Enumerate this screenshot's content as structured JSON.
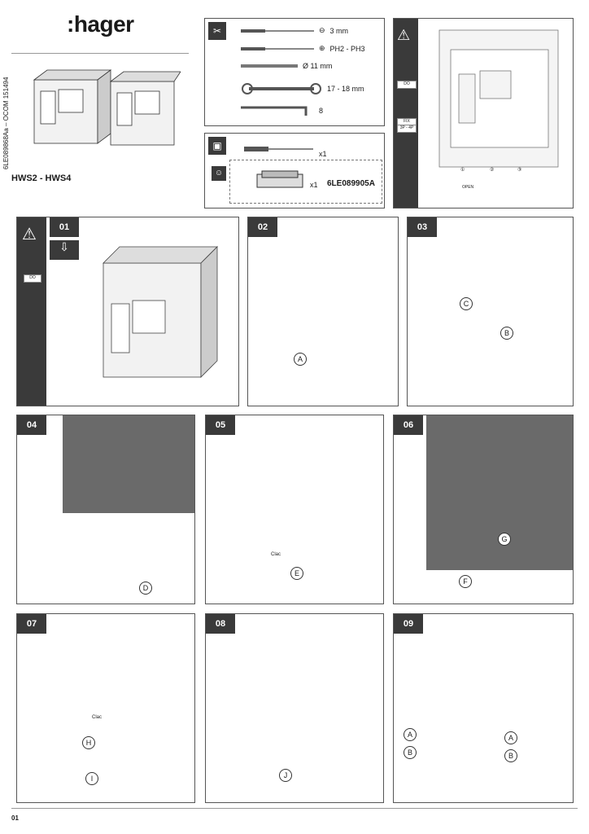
{
  "brand": {
    "name": ":hager"
  },
  "document": {
    "code": "6LE089868Aa – OCOM 151494",
    "model": "HWS2 - HWS4",
    "page": "01"
  },
  "tools": [
    {
      "label": "3 mm"
    },
    {
      "label": "PH2 - PH3"
    },
    {
      "label": "Ø 11 mm"
    },
    {
      "label": "17 - 18 mm"
    },
    {
      "label": "8"
    }
  ],
  "kit": {
    "screwdriver_qty": "x1",
    "part_qty": "x1",
    "part_number": "6LE089905A"
  },
  "warning": {
    "tags": [
      "DO",
      "FIX",
      "3P - 4P"
    ],
    "open_label": "OPEN",
    "callouts": [
      "①",
      "②",
      "③"
    ]
  },
  "steps": [
    {
      "num": "01"
    },
    {
      "num": "02"
    },
    {
      "num": "03"
    },
    {
      "num": "04"
    },
    {
      "num": "05"
    },
    {
      "num": "06"
    },
    {
      "num": "07"
    },
    {
      "num": "08"
    },
    {
      "num": "09"
    }
  ],
  "step_letters": {
    "s02": "A",
    "s03a": "B",
    "s03b": "C",
    "s04": "D",
    "s05": "E",
    "s06a": "F",
    "s06b": "G",
    "s07a": "H",
    "s07b": "I",
    "s08": "J",
    "s09a": "A",
    "s09b": "B",
    "s09c": "A",
    "s09d": "B"
  },
  "step1_tag": "DO",
  "clac": "Clac"
}
